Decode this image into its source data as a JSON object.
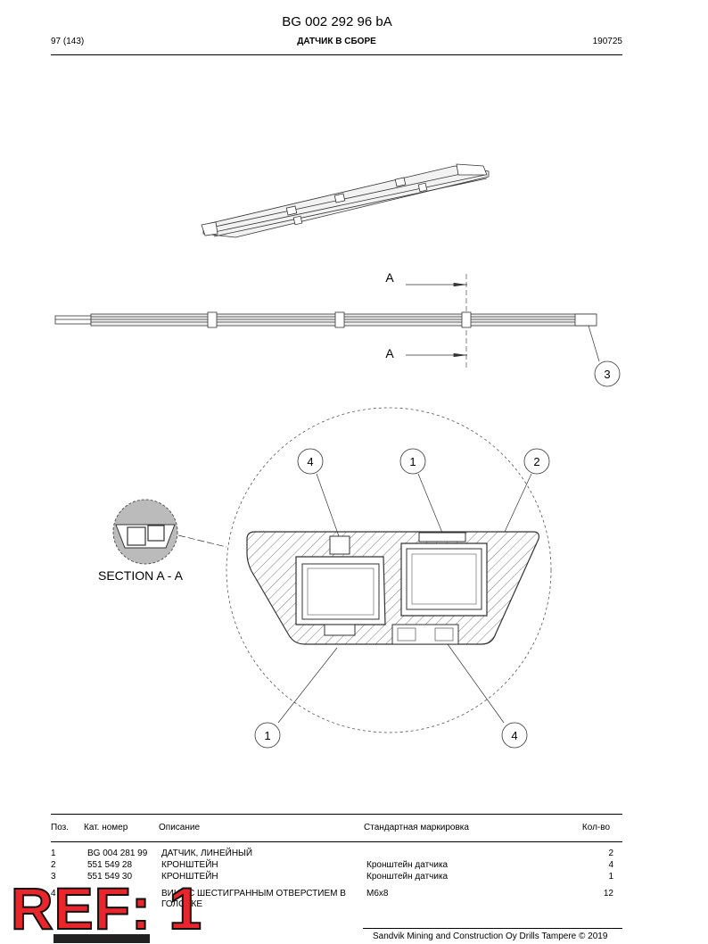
{
  "document": {
    "title": "BG 002 292 96 bA",
    "page": "97 (143)",
    "heading": "ДАТЧИК В СБОРЕ",
    "code": "190725"
  },
  "drawing": {
    "section_marker": "A",
    "section_label": "SECTION  A - A",
    "balloons": {
      "side_view": "3",
      "top_left": "4",
      "top_middle": "1",
      "top_right": "2",
      "bottom_left": "1",
      "bottom_right": "4"
    }
  },
  "parts_table": {
    "headers": {
      "pos": "Поз.",
      "cat": "Кат. номер",
      "desc": "Описание",
      "std": "Стандартная маркировка",
      "qty": "Кол-во"
    },
    "rows": [
      {
        "pos": "1",
        "cat": "BG 004 281 99",
        "desc": "ДАТЧИК, ЛИНЕЙНЫЙ",
        "std": "",
        "qty": "2"
      },
      {
        "pos": "2",
        "cat": "551 549 28",
        "desc": "КРОНШТЕЙН",
        "std": "Кронштейн датчика",
        "qty": "4"
      },
      {
        "pos": "3",
        "cat": "551 549 30",
        "desc": "КРОНШТЕЙН",
        "std": "Кронштейн датчика",
        "qty": "1"
      },
      {
        "pos": "4",
        "cat": "",
        "desc": "ВИНТ С ШЕСТИГРАННЫМ ОТВЕРСТИЕМ В ГОЛОВКЕ",
        "std": "M6x8",
        "qty": "12"
      }
    ]
  },
  "footer": {
    "copyright": "Sandvik Mining and Construction Oy Drills Tampere © 2019"
  },
  "overlay": {
    "ref_label": "REF: 1"
  }
}
